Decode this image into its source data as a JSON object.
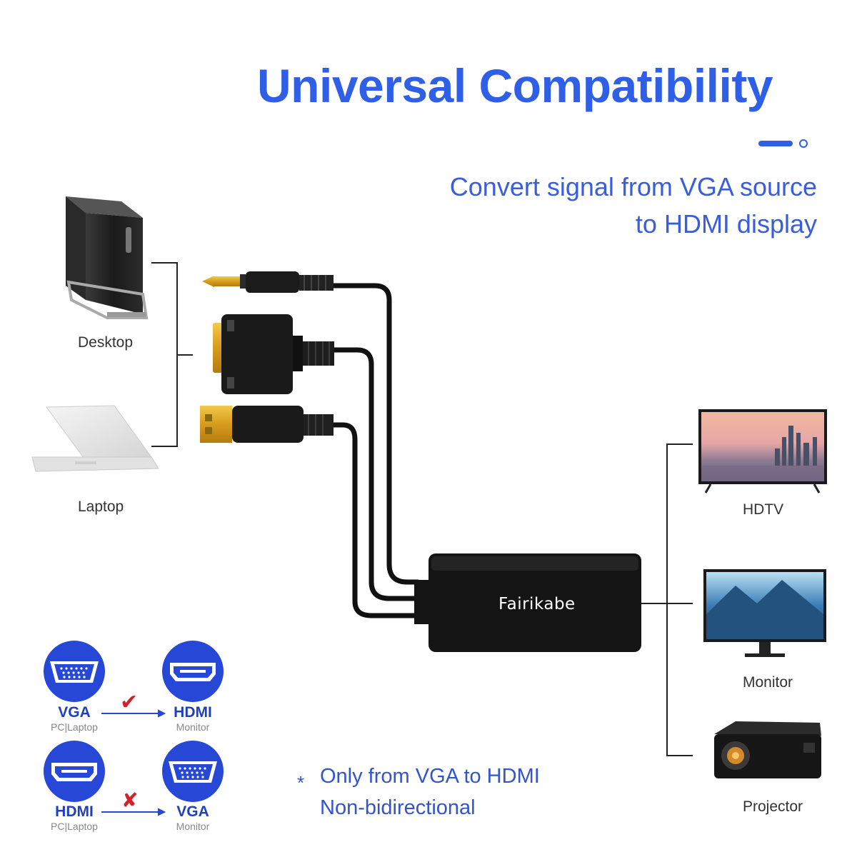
{
  "title": "Universal Compatibility",
  "subtitle": {
    "line1": "Convert signal from VGA source",
    "line2": "to HDMI display"
  },
  "sources": {
    "desktop": "Desktop",
    "laptop": "Laptop"
  },
  "displays": {
    "hdtv": "HDTV",
    "monitor": "Monitor",
    "projector": "Projector"
  },
  "adapter_brand": "Fairikabe",
  "compatibility": {
    "row1": {
      "from_label": "VGA",
      "from_sub": "PC|Laptop",
      "to_label": "HDMI",
      "to_sub": "Monitor",
      "mark": "✔"
    },
    "row2": {
      "from_label": "HDMI",
      "from_sub": "PC|Laptop",
      "to_label": "VGA",
      "to_sub": "Monitor",
      "mark": "✘"
    }
  },
  "note": {
    "star": "*",
    "line1": "Only from VGA to HDMI",
    "line2": "Non-bidirectional"
  },
  "colors": {
    "accent": "#2f5fe6",
    "circle": "#2748d6",
    "check": "#d2232a",
    "cross": "#d2232a"
  }
}
